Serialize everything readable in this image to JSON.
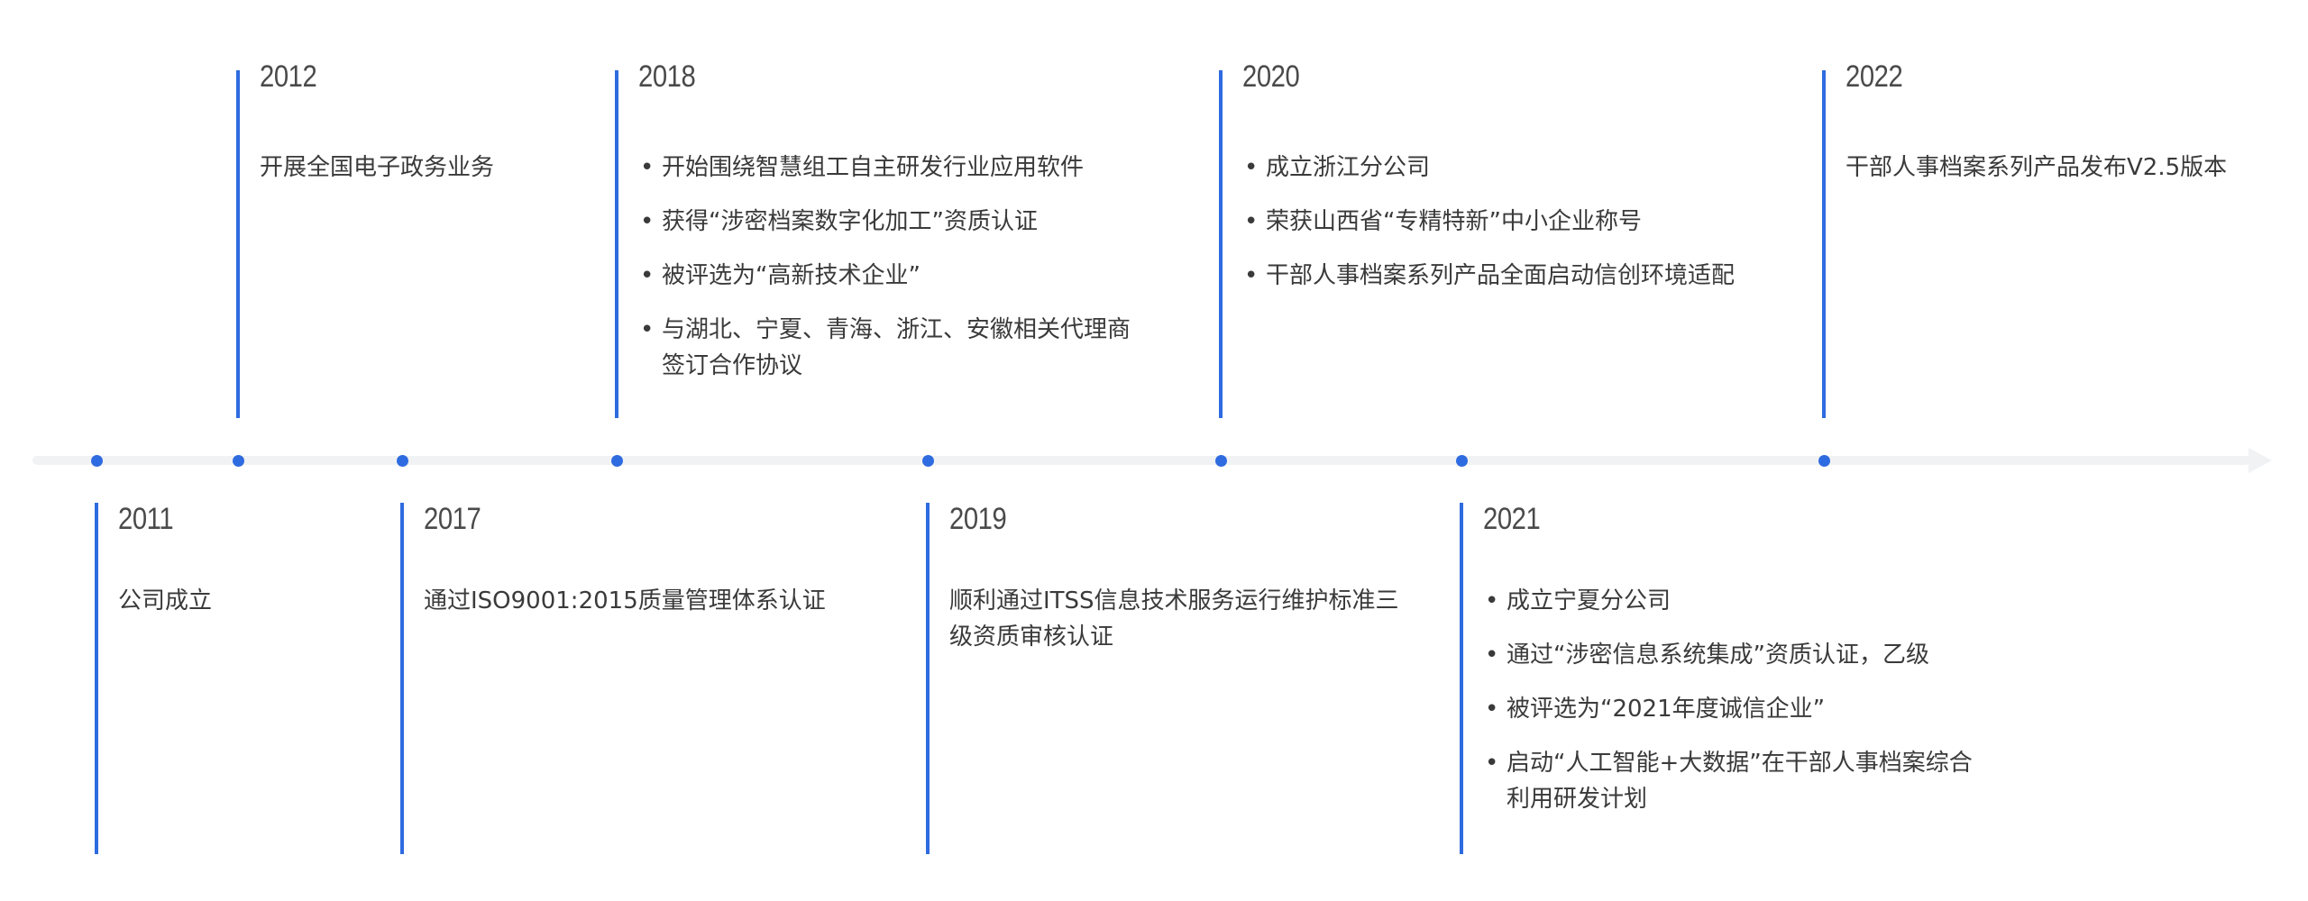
{
  "timeline": {
    "events": [
      {
        "year": "2011",
        "items": [
          "公司成立"
        ],
        "bulleted": false
      },
      {
        "year": "2012",
        "items": [
          "开展全国电子政务业务"
        ],
        "bulleted": false
      },
      {
        "year": "2017",
        "items": [
          "通过ISO9001:2015质量管理体系认证"
        ],
        "bulleted": false
      },
      {
        "year": "2018",
        "items": [
          "开始围绕智慧组工自主研发行业应用软件",
          "获得“涉密档案数字化加工”资质认证",
          "被评选为“高新技术企业”",
          "与湖北、宁夏、青海、浙江、安徽相关代理商签订合作协议"
        ],
        "bulleted": true
      },
      {
        "year": "2019",
        "items": [
          "顺利通过ITSS信息技术服务运行维护标准三级资质审核认证"
        ],
        "bulleted": false
      },
      {
        "year": "2020",
        "items": [
          "成立浙江分公司",
          "荣获山西省“专精特新”中小企业称号",
          "干部人事档案系列产品全面启动信创环境适配"
        ],
        "bulleted": true
      },
      {
        "year": "2021",
        "items": [
          "成立宁夏分公司",
          "通过“涉密信息系统集成”资质认证，乙级",
          "被评选为“2021年度诚信企业”",
          "启动“人工智能+大数据”在干部人事档案综合利用研发计划"
        ],
        "bulleted": true
      },
      {
        "year": "2022",
        "items": [
          "干部人事档案系列产品发布V2.5版本"
        ],
        "bulleted": false
      }
    ]
  }
}
